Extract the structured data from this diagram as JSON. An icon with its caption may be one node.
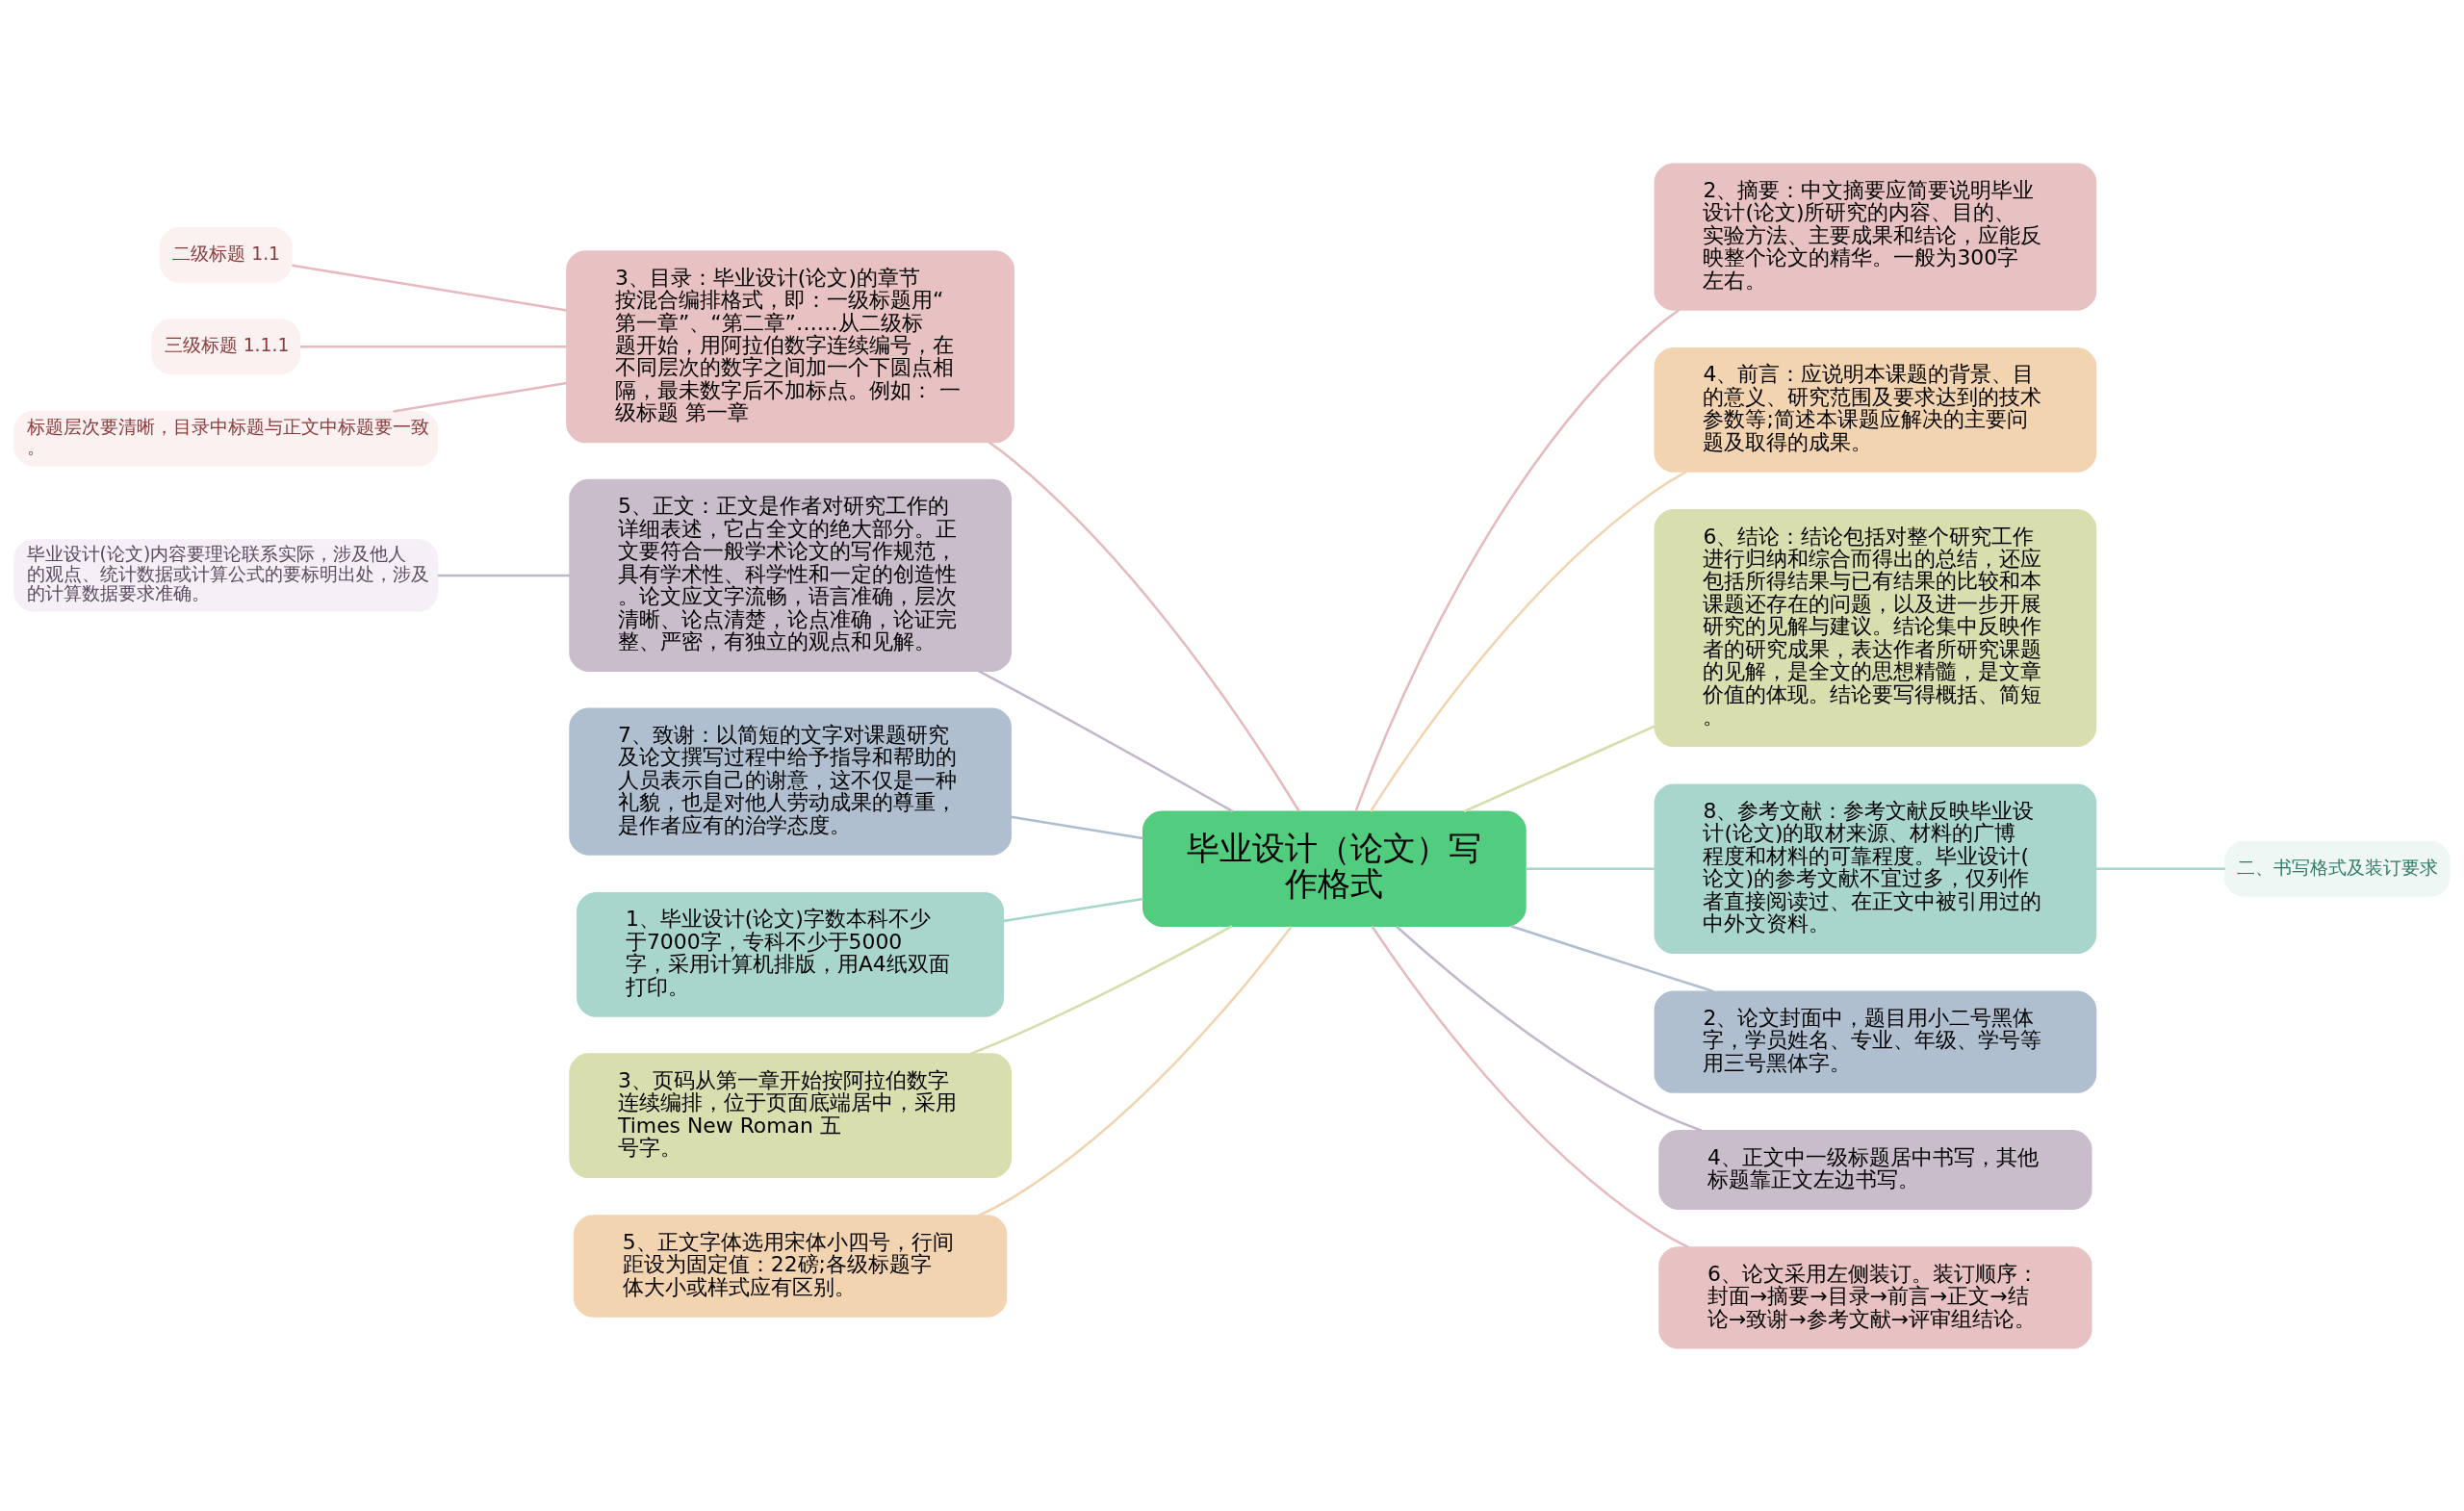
{
  "diagram": {
    "nodes": [
      {
        "text": [
          "毕业设计（论文）写作格式"
        ]
      },
      {
        "text": [
          "3、目录：毕业设计(论文)的章节按混合编排格式，即：一级标题用“第一章”、“第二章”……从二级标题开始，用阿拉伯数字连续编号，在不同层次的数字之间加一个下圆点相隔，最未数字后不加标点。例如： 一级标题 第一章"
        ]
      },
      {
        "text": [
          "二级标题 1.1"
        ]
      },
      {
        "text": [
          "三级标题 1.1.1"
        ]
      },
      {
        "text": [
          "标题层次要清晰，目录中标题与正文中标题要一致。"
        ]
      },
      {
        "text": [
          "5、正文：正文是作者对研究工作的详细表述，它占全文的绝大部分。正文要符合一般学术论文的写作规范，具有学术性、科学性和一定的创造性。论文应文字流畅，语言准确，层次清晰、论点清楚，论点准确，论证完整、严密，有独立的观点和见解。"
        ]
      },
      {
        "text": [
          "毕业设计(论文)内容要理论联系实际，涉及他人的观点、统计数据或计算公式的要标明出处，涉及的计算数据要求准确。"
        ]
      },
      {
        "text": [
          "7、致谢：以简短的文字对课题研究及论文撰写过程中给予指导和帮助的人员表示自己的谢意，这不仅是一种礼貌，也是对他人劳动成果的尊重，是作者应有的治学态度。"
        ]
      },
      {
        "text": [
          "1、毕业设计(论文)字数本科不少于7000字，专科不少于5000字，采用计算机排版，用A4纸双面打印。"
        ]
      },
      {
        "text": [
          "3、页码从第一章开始按阿拉伯数字连续编排，位于页面底端居中，采用Times New Roman 五号字。"
        ]
      },
      {
        "text": [
          "5、正文字体选用宋体小四号，行间距设为固定值：22磅;各级标题字体大小或样式应有区别。"
        ]
      },
      {
        "text": [
          "2、摘要：中文摘要应简要说明毕业设计(论文)所研究的内容、目的、实验方法、主要成果和结论，应能反映整个论文的精华。一般为300字左右。"
        ]
      },
      {
        "text": [
          "4、前言：应说明本课题的背景、目的意义、研究范围及要求达到的技术参数等;简述本课题应解决的主要问题及取得的成果。"
        ]
      },
      {
        "text": [
          "6、结论：结论包括对整个研究工作进行归纳和综合而得出的总结，还应包括所得结果与已有结果的比较和本课题还存在的问题，以及进一步开展研究的见解与建议。结论集中反映作者的研究成果，表达作者所研究课题的见解，是全文的思想精髓，是文章价值的体现。结论要写得概括、简短。"
        ]
      },
      {
        "text": [
          "8、参考文献：参考文献反映毕业设计(论文)的取材来源、材料的广博程度和材料的可靠程度。毕业设计(论文)的参考文献不宜过多，仅列作者直接阅读过、在正文中被引用过的中外文资料。"
        ]
      },
      {
        "text": [
          "二、书写格式及装订要求"
        ]
      },
      {
        "text": [
          "2、论文封面中，题目用小二号黑体字，学员姓名、专业、年级、学号等用三号黑体字。"
        ]
      },
      {
        "text": [
          "4、正文中一级标题居中书写，其他标题靠正文左边书写。"
        ]
      },
      {
        "text": [
          "6、论文采用左侧装订。装订顺序：封面→摘要→目录→前言→正文→结论→致谢→参考文献→评审组结论。"
        ]
      }
    ],
    "edges": [
      {
        "from": 1,
        "to": 0,
        "arrow": "none",
        "color": "#e6b9bd"
      },
      {
        "from": 2,
        "to": 1,
        "arrow": "none",
        "color": "#e6b9bd"
      },
      {
        "from": 3,
        "to": 1,
        "arrow": "none",
        "color": "#e6b9bd"
      },
      {
        "from": 4,
        "to": 1,
        "arrow": "none",
        "color": "#e6b9bd"
      },
      {
        "from": 5,
        "to": 0,
        "arrow": "none",
        "color": "#c4b6ca"
      },
      {
        "from": 6,
        "to": 5,
        "arrow": "none",
        "color": "#c4b6ca"
      },
      {
        "from": 7,
        "to": 0,
        "arrow": "none",
        "color": "#aebdd0"
      },
      {
        "from": 8,
        "to": 0,
        "arrow": "none",
        "color": "#a6d5cb"
      },
      {
        "from": 9,
        "to": 0,
        "arrow": "none",
        "color": "#d8dcaa"
      },
      {
        "from": 10,
        "to": 0,
        "arrow": "none",
        "color": "#f2d3b0"
      },
      {
        "from": 0,
        "to": 11,
        "arrow": "none",
        "color": "#e6b9bd"
      },
      {
        "from": 0,
        "to": 12,
        "arrow": "none",
        "color": "#f2d3b0"
      },
      {
        "from": 0,
        "to": 13,
        "arrow": "none",
        "color": "#d8dcaa"
      },
      {
        "from": 0,
        "to": 14,
        "arrow": "none",
        "color": "#a6d5cb"
      },
      {
        "from": 14,
        "to": 15,
        "arrow": "none",
        "color": "#a6d5cb"
      },
      {
        "from": 0,
        "to": 16,
        "arrow": "none",
        "color": "#aebdd0"
      },
      {
        "from": 0,
        "to": 17,
        "arrow": "none",
        "color": "#c4b6ca"
      },
      {
        "from": 0,
        "to": 18,
        "arrow": "none",
        "color": "#e6b9bd"
      }
    ]
  }
}
